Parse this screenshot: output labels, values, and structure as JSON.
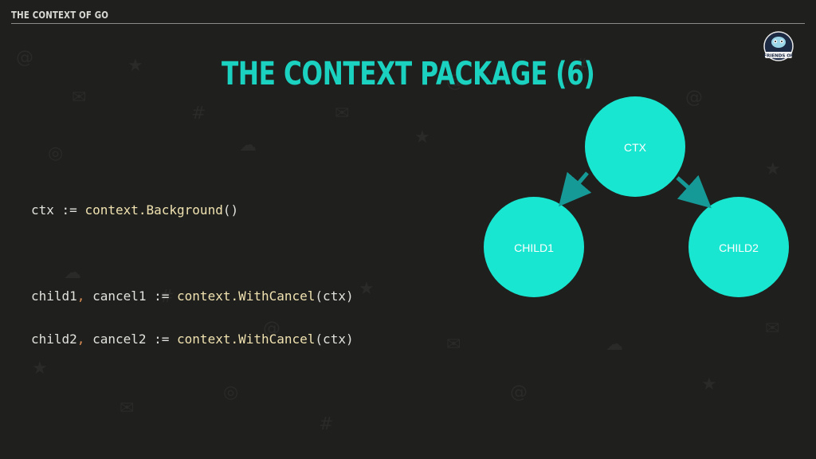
{
  "header": {
    "text": "THE CONTEXT OF GO"
  },
  "title": "THE CONTEXT PACKAGE (6)",
  "badge": {
    "label": "FRIENDS OF",
    "icon": "gopher-badge-icon"
  },
  "code": {
    "line1": {
      "a": "ctx := ",
      "b": "context.Background",
      "c": "()"
    },
    "line2": {
      "a": "child1",
      "b": ",",
      "c": " cancel1 := ",
      "d": "context.WithCancel",
      "e": "(ctx)"
    },
    "line3": {
      "a": "child2",
      "b": ",",
      "c": " cancel2 := ",
      "d": "context.WithCancel",
      "e": "(ctx)"
    }
  },
  "diagram": {
    "nodes": {
      "ctx": "CTX",
      "child1": "CHILD1",
      "child2": "CHILD2"
    }
  },
  "colors": {
    "accent": "#1bd1bf",
    "node_fill": "#19e6d1",
    "arrow": "#159a97",
    "background": "#1f1f1d"
  }
}
